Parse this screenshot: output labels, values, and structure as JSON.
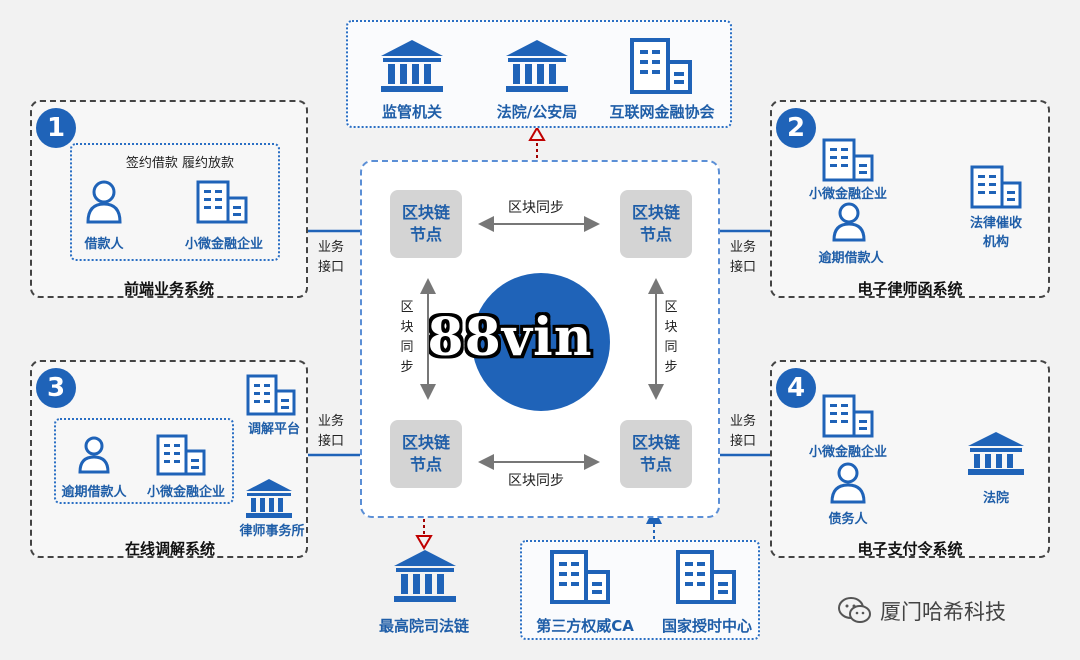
{
  "top_org": {
    "items": [
      "监管机关",
      "法院/公安局",
      "互联网金融协会"
    ]
  },
  "p1": {
    "number": "1",
    "title": "前端业务系统",
    "caption": "签约借款   履约放款",
    "borrower": "借款人",
    "company": "小微金融企业"
  },
  "p2": {
    "number": "2",
    "title": "电子律师函系统",
    "company": "小微金融企业",
    "overdue": "逾期借款人",
    "collection": "法律催收\n机构"
  },
  "p3": {
    "number": "3",
    "title": "在线调解系统",
    "overdue": "逾期借款人",
    "company": "小微金融企业",
    "platform": "调解平台",
    "lawfirm": "律师事务所"
  },
  "p4": {
    "number": "4",
    "title": "电子支付令系统",
    "company": "小微金融企业",
    "debtor": "债务人",
    "court": "法院"
  },
  "center": {
    "node_label": "区块链\n节点",
    "sync_h": "区块同步",
    "sync_v": "区块同步",
    "watermark": "88vin"
  },
  "interface_label": "业务\n接口",
  "bottom": {
    "supreme": "最高院司法链",
    "ca": "第三方权威CA",
    "time": "国家授时中心"
  },
  "brand": {
    "name": "厦门哈希科技"
  },
  "colors": {
    "primary": "#1f63b8",
    "node_bg": "#d4d4d4",
    "red": "#c00000"
  }
}
